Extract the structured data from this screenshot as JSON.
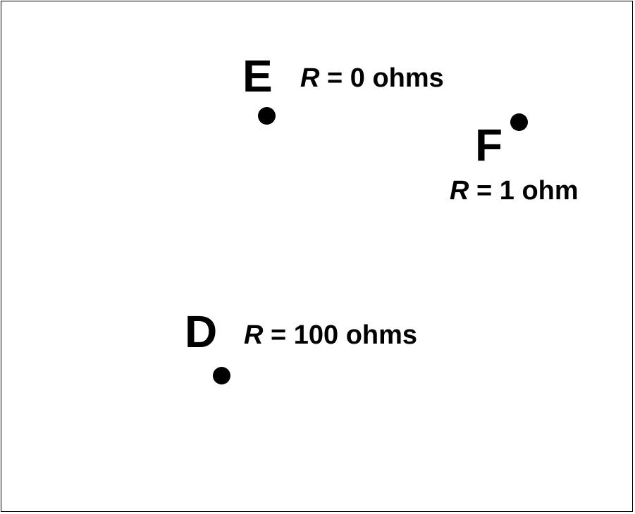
{
  "points": [
    {
      "id": "E",
      "label": "E",
      "variable": "R",
      "equals_text": " = 0 ohms"
    },
    {
      "id": "F",
      "label": "F",
      "variable": "R",
      "equals_text": " = 1 ohm"
    },
    {
      "id": "D",
      "label": "D",
      "variable": "R",
      "equals_text": " = 100 ohms"
    }
  ],
  "colors": {
    "background": "#ffffff",
    "ink": "#000000"
  }
}
